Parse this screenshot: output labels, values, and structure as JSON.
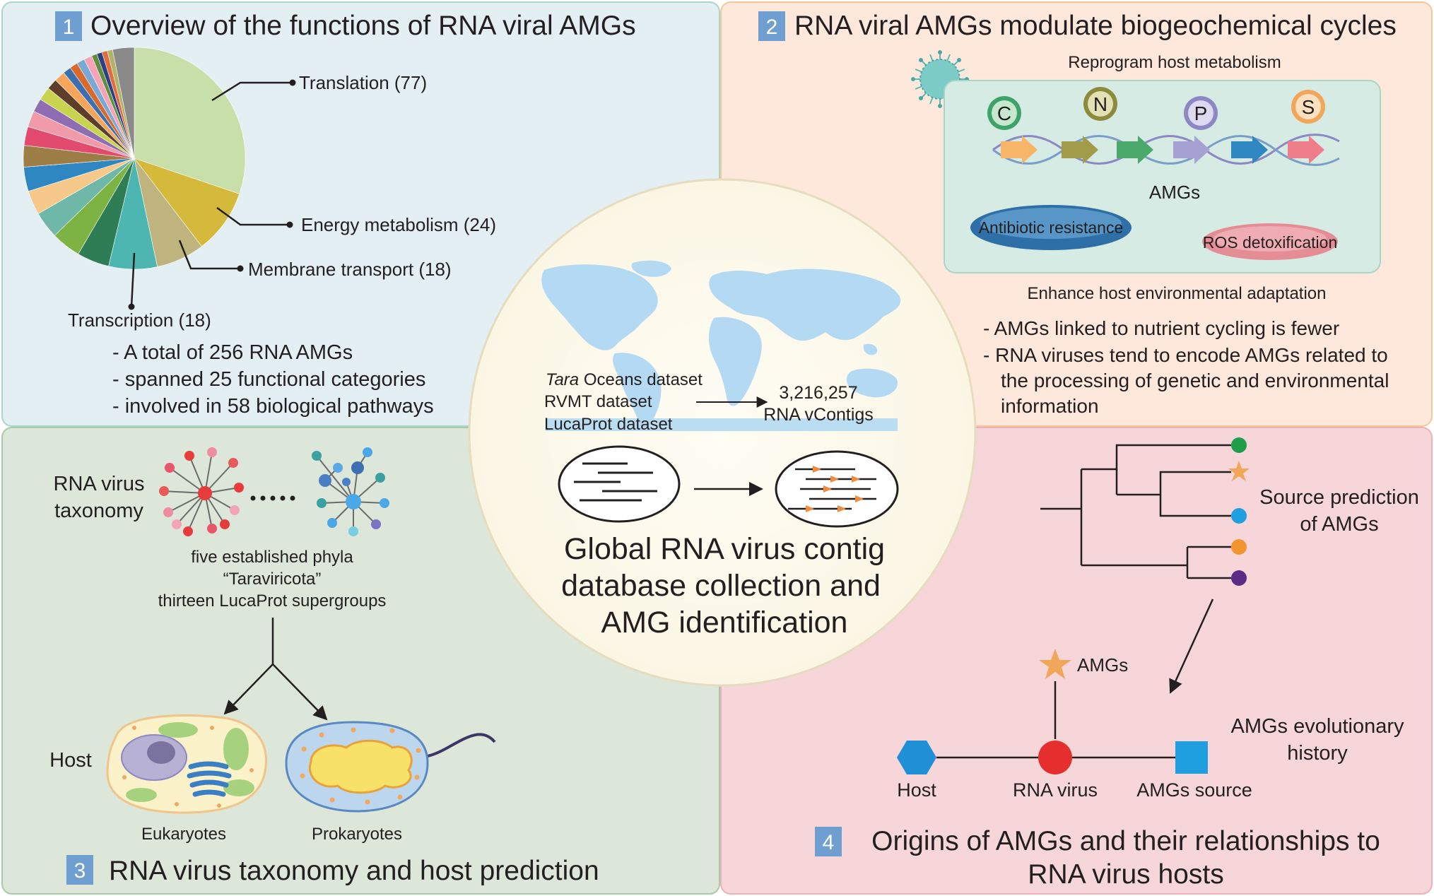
{
  "panel1": {
    "number": "1",
    "title": "Overview of the functions of RNA viral AMGs",
    "pie_labels": {
      "translation": "Translation (77)",
      "energy": "Energy metabolism (24)",
      "membrane": "Membrane transport (18)",
      "transcription": "Transcription (18)"
    },
    "bullets": [
      "- A total of 256 RNA AMGs",
      "- spanned 25 functional categories",
      "- involved in 58 biological pathways"
    ]
  },
  "panel2": {
    "number": "2",
    "title": "RNA viral AMGs modulate biogeochemical cycles",
    "subtitle": "Reprogram host metabolism",
    "elements": [
      "C",
      "N",
      "P",
      "S"
    ],
    "amgs": "AMGs",
    "antibiotic": "Antibiotic resistance",
    "ros": "ROS detoxification",
    "adapt": "Enhance host environmental adaptation",
    "bullet1": "- AMGs linked to nutrient cycling is fewer",
    "bullet2_lines": [
      "- RNA viruses tend to encode AMGs related to",
      "the processing of genetic and environmental",
      "information"
    ]
  },
  "center": {
    "dataset_tara_italic": "Tara",
    "dataset_tara_rest": " Oceans dataset",
    "dataset_rvmt": "RVMT dataset",
    "dataset_lucaprot": "LucaProt dataset",
    "count": "3,216,257",
    "count_label": "RNA vContigs",
    "title_lines": [
      "Global RNA virus contig",
      "database collection and",
      "AMG identification"
    ]
  },
  "panel3": {
    "number": "3",
    "title": "RNA virus taxonomy and host prediction",
    "taxonomy_lines": [
      "RNA virus",
      "taxonomy"
    ],
    "phyla_lines": [
      "five established phyla",
      "“Taraviricota”",
      "thirteen LucaProt supergroups"
    ],
    "host": "Host",
    "eukaryotes": "Eukaryotes",
    "prokaryotes": "Prokaryotes"
  },
  "panel4": {
    "number": "4",
    "title_lines": [
      "Origins of AMGs and their relationships to",
      "RNA virus hosts"
    ],
    "source_pred_lines": [
      "Source prediction",
      "of AMGs"
    ],
    "amgs": "AMGs",
    "evo_lines": [
      "AMGs evolutionary",
      "history"
    ],
    "host": "Host",
    "rna_virus": "RNA virus",
    "amgs_source": "AMGs source"
  },
  "chart_data": {
    "type": "pie",
    "total_shown": 256,
    "slices": [
      {
        "label": "Translation",
        "value": 77,
        "color": "#c8dfa9"
      },
      {
        "label": "Energy metabolism",
        "value": 24,
        "color": "#d4b93a"
      },
      {
        "label": "Membrane transport",
        "value": 18,
        "color": "#bfb47d"
      },
      {
        "label": "Transcription",
        "value": 18,
        "color": "#4db6b0"
      },
      {
        "value": 12,
        "color": "#2f7d55"
      },
      {
        "value": 11,
        "color": "#7cb342"
      },
      {
        "value": 10,
        "color": "#6fb8a8"
      },
      {
        "value": 9,
        "color": "#f6c889"
      },
      {
        "value": 9,
        "color": "#2f87c2"
      },
      {
        "value": 8,
        "color": "#9b7d45"
      },
      {
        "value": 7,
        "color": "#e24b6e"
      },
      {
        "value": 6,
        "color": "#f19aa9"
      },
      {
        "value": 5,
        "color": "#8f6db3"
      },
      {
        "value": 5,
        "color": "#c8d44d"
      },
      {
        "value": 4,
        "color": "#5f3d2b"
      },
      {
        "value": 4,
        "color": "#f7a55b"
      },
      {
        "value": 3,
        "color": "#3a6fb0"
      },
      {
        "value": 3,
        "color": "#d86a2b"
      },
      {
        "value": 3,
        "color": "#7aa9d6"
      },
      {
        "value": 3,
        "color": "#f5a3b7"
      },
      {
        "value": 2,
        "color": "#5e8f3a"
      },
      {
        "value": 2,
        "color": "#2e3f86"
      },
      {
        "value": 2,
        "color": "#e36c3c"
      },
      {
        "value": 2,
        "color": "#b0b36b"
      },
      {
        "value": 8,
        "color": "#8a8a8a"
      }
    ]
  }
}
